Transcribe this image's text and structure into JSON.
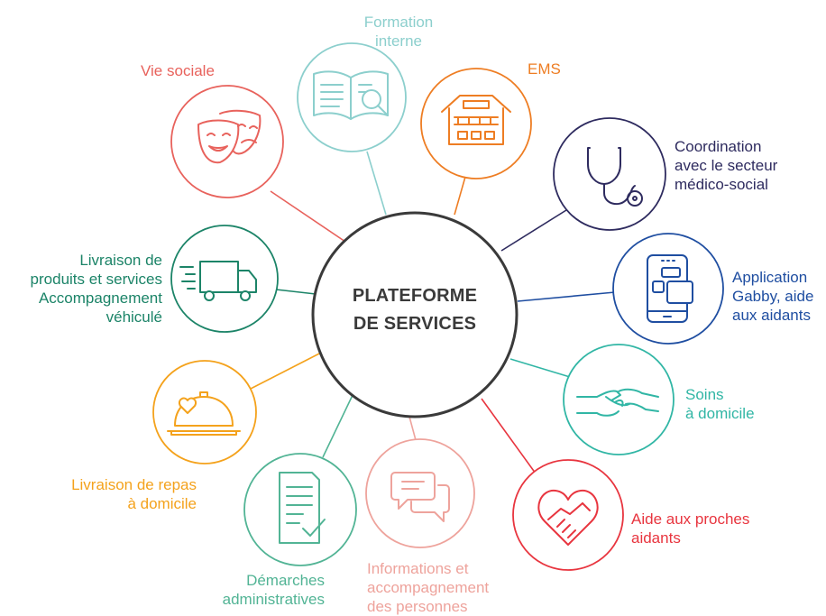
{
  "center": {
    "line1": "PLATEFORME",
    "line2": "DE SERVICES"
  },
  "colors": {
    "center": "#3a3a3a",
    "vie_sociale": "#e8625c",
    "formation": "#8ccfcd",
    "ems": "#ee7d23",
    "coordination": "#2e2b5f",
    "application": "#1f4ea1",
    "soins": "#31b6a5",
    "aide_proches": "#e8353f",
    "informations": "#eea39c",
    "demarches": "#52b495",
    "repas": "#f4a21c",
    "livraison": "#1c8468"
  },
  "nodes": {
    "vie_sociale": {
      "lines": [
        "Vie sociale"
      ],
      "icon": "theater-masks-icon"
    },
    "formation": {
      "lines": [
        "Formation",
        "interne"
      ],
      "icon": "book-magnifier-icon"
    },
    "ems": {
      "lines": [
        "EMS"
      ],
      "icon": "building-icon"
    },
    "coordination": {
      "lines": [
        "Coordination",
        "avec le secteur",
        "médico-social"
      ],
      "icon": "stethoscope-icon"
    },
    "application": {
      "lines": [
        "Application",
        "Gabby, aide",
        "aux aidants"
      ],
      "icon": "smartphone-app-icon"
    },
    "soins": {
      "lines": [
        "Soins",
        "à domicile"
      ],
      "icon": "holding-hands-icon"
    },
    "aide_proches": {
      "lines": [
        "Aide aux proches",
        "aidants"
      ],
      "icon": "heart-handshake-icon"
    },
    "informations": {
      "lines": [
        "Informations et",
        "accompagnement",
        "des personnes"
      ],
      "icon": "chat-bubbles-icon"
    },
    "demarches": {
      "lines": [
        "Démarches",
        "administratives"
      ],
      "icon": "document-check-icon"
    },
    "repas": {
      "lines": [
        "Livraison de repas",
        "à domicile"
      ],
      "icon": "cloche-heart-icon"
    },
    "livraison": {
      "lines": [
        "Livraison de",
        "produits et services",
        "Accompagnement",
        "véhiculé"
      ],
      "icon": "delivery-truck-icon"
    }
  }
}
